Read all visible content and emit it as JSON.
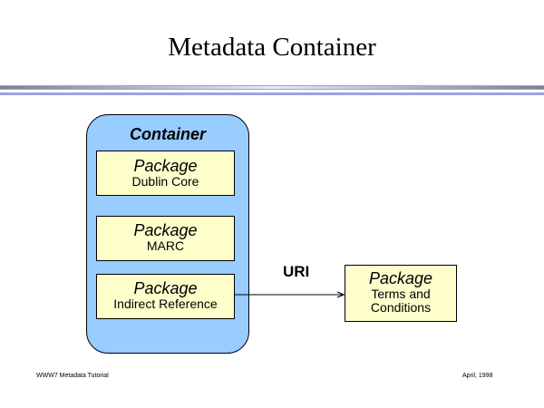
{
  "slide": {
    "title": "Metadata Container",
    "footer_left": "WWW7 Metadata Tutorial",
    "footer_right": "April, 1998"
  },
  "diagram": {
    "container": {
      "label": "Container",
      "fill_color": "#99ccff",
      "packages": [
        {
          "title": "Package",
          "subtitle": "Dublin Core"
        },
        {
          "title": "Package",
          "subtitle": "MARC"
        },
        {
          "title": "Package",
          "subtitle": "Indirect Reference"
        }
      ]
    },
    "connector": {
      "label": "URI",
      "from": "Indirect Reference",
      "to": "Terms and Conditions"
    },
    "external_package": {
      "title": "Package",
      "subtitle_line1": "Terms and",
      "subtitle_line2": "Conditions"
    },
    "package_fill_color": "#ffffcc"
  }
}
